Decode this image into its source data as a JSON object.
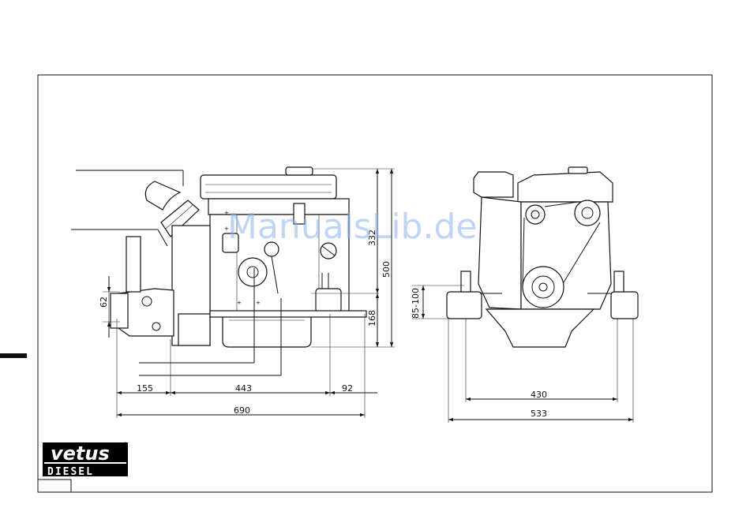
{
  "watermark": "ManualsLib.de",
  "logo": {
    "top": "vetus",
    "bottom": "DIESEL",
    "registered": "®"
  },
  "dimensions": {
    "side": {
      "length_total": "690",
      "length_front": "155",
      "length_mid": "443",
      "length_rear": "92",
      "height_total": "500",
      "height_upper": "332",
      "height_lower": "168",
      "flange": "62"
    },
    "front": {
      "mount_height": "85-100",
      "mount_spacing": "430",
      "width_total": "533"
    }
  }
}
